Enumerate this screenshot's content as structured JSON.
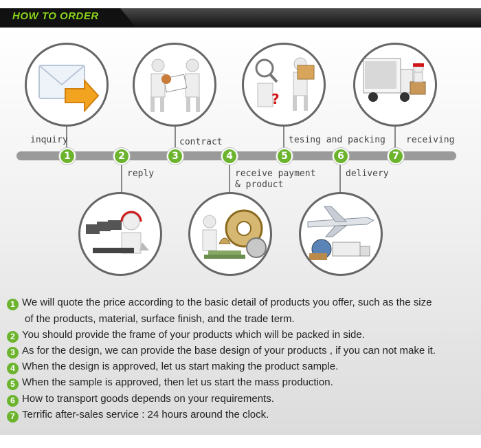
{
  "header": {
    "title": "HOW TO ORDER"
  },
  "steps": [
    {
      "num": "1",
      "label": "inquiry",
      "icon": "envelope-arrow-icon"
    },
    {
      "num": "2",
      "label": "reply",
      "icon": "call-center-icon"
    },
    {
      "num": "3",
      "label": "contract",
      "icon": "handshake-contract-icon"
    },
    {
      "num": "4",
      "label": "receive payment",
      "label2": "& product",
      "icon": "payment-gears-icon"
    },
    {
      "num": "5",
      "label": "tesing and packing",
      "icon": "inspection-packing-icon"
    },
    {
      "num": "6",
      "label": "delivery",
      "icon": "airplane-truck-icon"
    },
    {
      "num": "7",
      "label": "receiving",
      "icon": "delivery-truck-icon"
    }
  ],
  "notes": [
    {
      "num": "1",
      "text": "We will quote the price according to the basic detail of products you offer,  such as the size",
      "text2": "of the products,  material,  surface finish,  and the trade term."
    },
    {
      "num": "2",
      "text": "You should provide the frame of your products which will be packed in side."
    },
    {
      "num": "3",
      "text": "As for the design,   we can provide the base design of your products , if you can not make it."
    },
    {
      "num": "4",
      "text": "When the design is approved,  let us start making the product sample."
    },
    {
      "num": "5",
      "text": "When the sample is approved,  then let us start the mass production."
    },
    {
      "num": "6",
      "text": "How to transport goods depends on your requirements."
    },
    {
      "num": "7",
      "text": "Terrific after-sales service : 24 hours around the clock."
    }
  ],
  "colors": {
    "accent": "#6cb42e",
    "title": "#8bd51c",
    "bar": "#9a9a9a"
  }
}
